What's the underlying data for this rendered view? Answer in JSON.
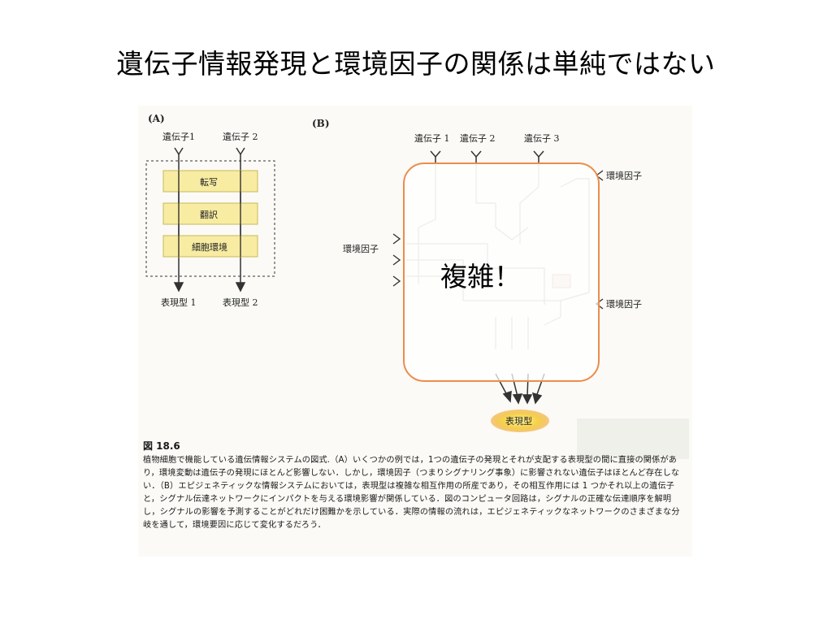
{
  "slide": {
    "title": "遺伝子情報発現と環境因子の関係は単純ではない"
  },
  "figure": {
    "panel_a": {
      "label": "(A)",
      "gene1": "遺伝子1",
      "gene2": "遺伝子 2",
      "step1": "転写",
      "step2": "翻訳",
      "step3": "細胞環境",
      "phenotype1": "表現型 1",
      "phenotype2": "表現型 2"
    },
    "panel_b": {
      "label": "(B)",
      "gene1": "遺伝子 1",
      "gene2": "遺伝子 2",
      "gene3": "遺伝子 3",
      "env_left": "環境因子",
      "env_right_top": "環境因子",
      "env_right_bottom": "環境因子",
      "phenotype": "表現型"
    },
    "caption_heading": "図 18.6",
    "caption_text": "植物細胞で機能している遺伝情報システムの図式.（A）いくつかの例では，1つの遺伝子の発現とそれが支配する表現型の間に直接の関係があり，環境変動は遺伝子の発現にほとんど影響しない．しかし，環境因子（つまりシグナリング事象）に影響されない遺伝子はほとんど存在しない．（B）エピジェネティックな情報システムにおいては，表現型は複雑な相互作用の所産であり，その相互作用には 1 つかそれ以上の遺伝子と，シグナル伝達ネットワークにインパクトを与える環境影響が関係している．図のコンピュータ回路は，シグナルの正確な伝達順序を解明し，シグナルの影響を予測することがどれだけ困難かを示している．実際の情報の流れは，エピジェネティックなネットワークのさまざまな分岐を通して，環境要因に応じて変化するだろう．"
  },
  "callout": {
    "label": "複雑！",
    "border_color": "#ec8c4c"
  }
}
